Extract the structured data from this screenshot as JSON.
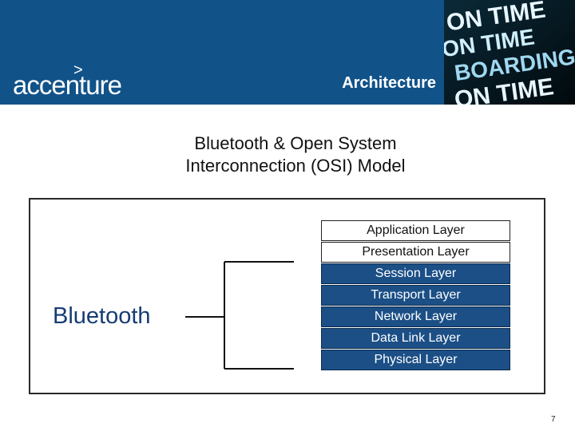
{
  "header": {
    "logo_text": "accenture",
    "section": "Architecture",
    "photo_words": [
      "ON TIME",
      "ON TIME",
      "BOARDING",
      "ON TIME"
    ]
  },
  "slide": {
    "title_line1": "Bluetooth & Open System",
    "title_line2": "Interconnection (OSI) Model"
  },
  "diagram": {
    "bluetooth_label": "Bluetooth",
    "layers": [
      {
        "label": "Application Layer",
        "style": "light"
      },
      {
        "label": "Presentation Layer",
        "style": "light"
      },
      {
        "label": "Session Layer",
        "style": "dark"
      },
      {
        "label": "Transport Layer",
        "style": "dark"
      },
      {
        "label": "Network Layer",
        "style": "dark"
      },
      {
        "label": "Data Link Layer",
        "style": "dark"
      },
      {
        "label": "Physical Layer",
        "style": "dark"
      }
    ]
  },
  "footer": {
    "page_number": "7"
  },
  "colors": {
    "brand": "#115289",
    "layer_fill": "#1b4f86",
    "bluetooth_text": "#163c72"
  }
}
